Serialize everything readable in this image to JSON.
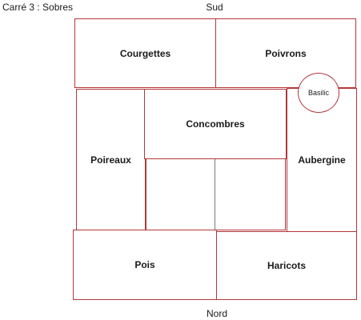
{
  "title": "Carré 3 : Sobres",
  "compass": {
    "top": "Sud",
    "bottom": "Nord"
  },
  "beds": {
    "courgettes": "Courgettes",
    "poivrons": "Poivrons",
    "concombres": "Concombres",
    "poireaux": "Poireaux",
    "aubergine": "Aubergine",
    "pois": "Pois",
    "haricots": "Haricots",
    "basilic": "Basilic"
  },
  "colors": {
    "bed_border": "#b3373a",
    "divider": "#7a7a7a"
  }
}
